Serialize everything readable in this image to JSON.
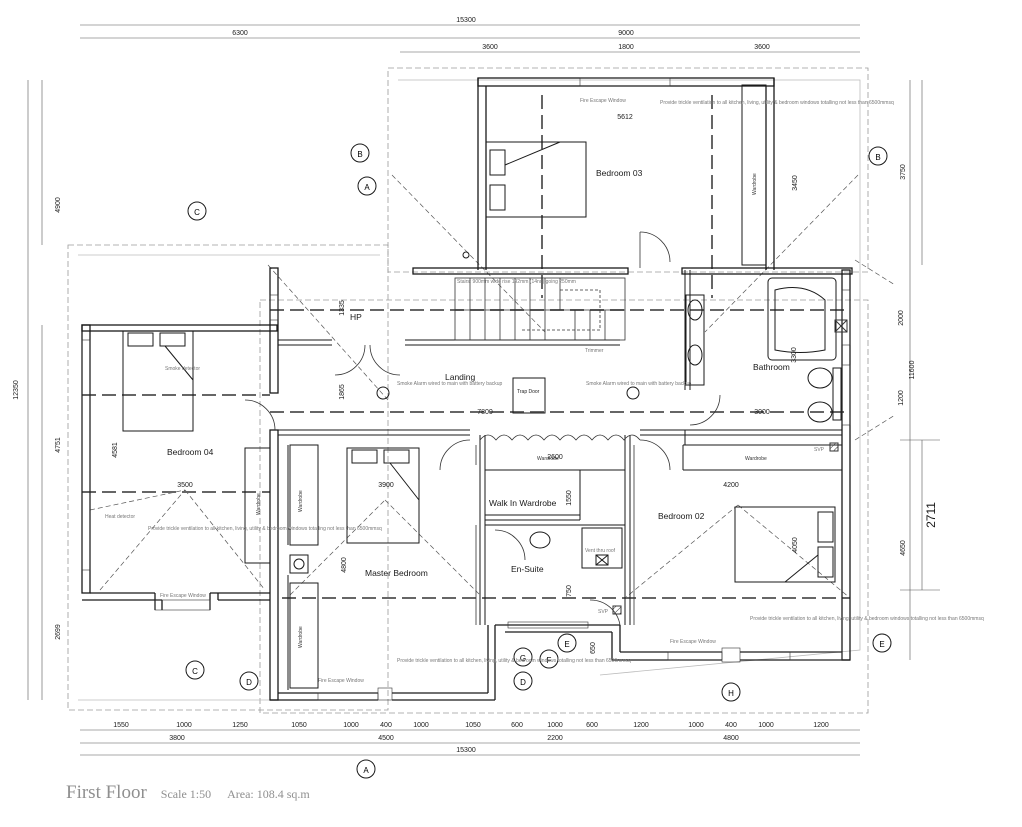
{
  "rooms": {
    "bedroom03": "Bedroom 03",
    "bedroom04": "Bedroom 04",
    "bedroom02": "Bedroom 02",
    "master": "Master Bedroom",
    "landing": "Landing",
    "bathroom": "Bathroom",
    "walkin": "Walk In Wardrobe",
    "ensuite": "En-Suite",
    "hp": "HP",
    "trap_door": "Trap Door"
  },
  "labels": {
    "wardrobe": "Wardrobe",
    "fire_escape_window": "Fire Escape Window",
    "stairs_note": "Stairs: 900mm wide rise 192mm (14no) going 250mm",
    "smoke_alarm": "Smoke Alarm wired to main with battery backup",
    "trickle_vent": "Provide trickle ventilation to all kitchen, living, utility & bedroom windows totalling not less than 6500mmsq",
    "svp": "SVP",
    "trimmer": "Trimmer",
    "vent": "Vent thru roof",
    "smoke_detector": "Smoke detector",
    "heat_detector": "Heat detector"
  },
  "dims_top": {
    "overall": "15300",
    "left": "6300",
    "right": "9000",
    "r1": "3600",
    "r2": "1800",
    "r3": "3600"
  },
  "dims_bottom_row1": [
    "1550",
    "1000",
    "1250",
    "1050",
    "1000",
    "400",
    "1000",
    "1050",
    "600",
    "1000",
    "600",
    "1200",
    "1000",
    "400",
    "1000",
    "1200"
  ],
  "dims_bottom_row2": [
    "3800",
    "4500",
    "2200",
    "4800"
  ],
  "dims_bottom_total": "15300",
  "dims_left": {
    "top": "4900",
    "overall": "12350",
    "mid": "4751",
    "bottom": "2699"
  },
  "dims_right": {
    "top": "3750",
    "overall": "11600",
    "a": "2000",
    "b": "1200",
    "c": "4650",
    "big": "2711"
  },
  "dims_internal": {
    "bed03_width": "5612",
    "bed03_depth": "3450",
    "hp_depth": "1335",
    "landing_h": "1865",
    "landing_len": "7800",
    "bath_len": "3000",
    "bath_h": "3300",
    "bed04_w": "3500",
    "bed04_d": "4581",
    "master_w": "3900",
    "master_d": "4800",
    "walkin_w": "2600",
    "walkin_d": "1550",
    "ensuite_d": "750",
    "bed02_w": "4200",
    "bed02_d": "4050",
    "door_650": "650"
  },
  "section_markers": [
    "A",
    "B",
    "C",
    "D",
    "E",
    "F",
    "G",
    "H"
  ],
  "title": {
    "name": "First Floor",
    "scale": "Scale 1:50",
    "area": "Area: 108.4 sq.m"
  }
}
